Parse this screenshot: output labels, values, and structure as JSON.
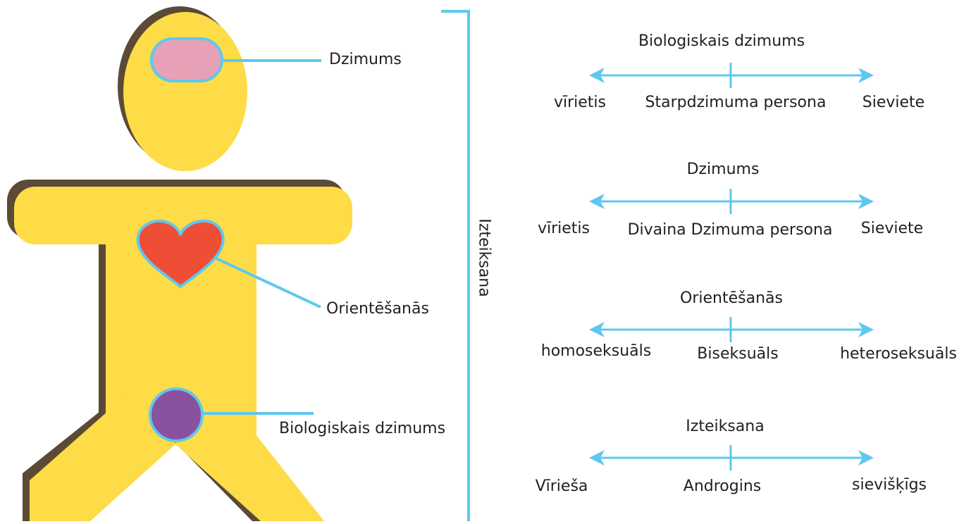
{
  "figure": {
    "body_labels": {
      "sex": "Dzimums",
      "orientation": "Orientēšanās",
      "biological_sex": "Biologiskais dzimums"
    },
    "bracket_label": "Izteiksana",
    "spectra": [
      {
        "title": "Biologiskais dzimums",
        "left": "vīrietis",
        "middle": "Starpdzimuma persona",
        "right": "Sieviete"
      },
      {
        "title": "Dzimums",
        "left": "vīrietis",
        "middle": "Divaina Dzimuma persona",
        "right": "Sieviete"
      },
      {
        "title": "Orientēšanās",
        "left": "homoseksuāls",
        "middle": "Biseksuāls",
        "right": "heteroseksuāls"
      },
      {
        "title": "Izteiksana",
        "left": "Vīrieša",
        "middle": "Androgins",
        "right": "sievišķīgs"
      }
    ],
    "colors": {
      "body": "#fddc48",
      "shadow": "#5a4a36",
      "accent": "#5ec8ee",
      "brain": "#e6a1b7",
      "heart": "#ef4e36",
      "groin": "#8a529e"
    }
  }
}
